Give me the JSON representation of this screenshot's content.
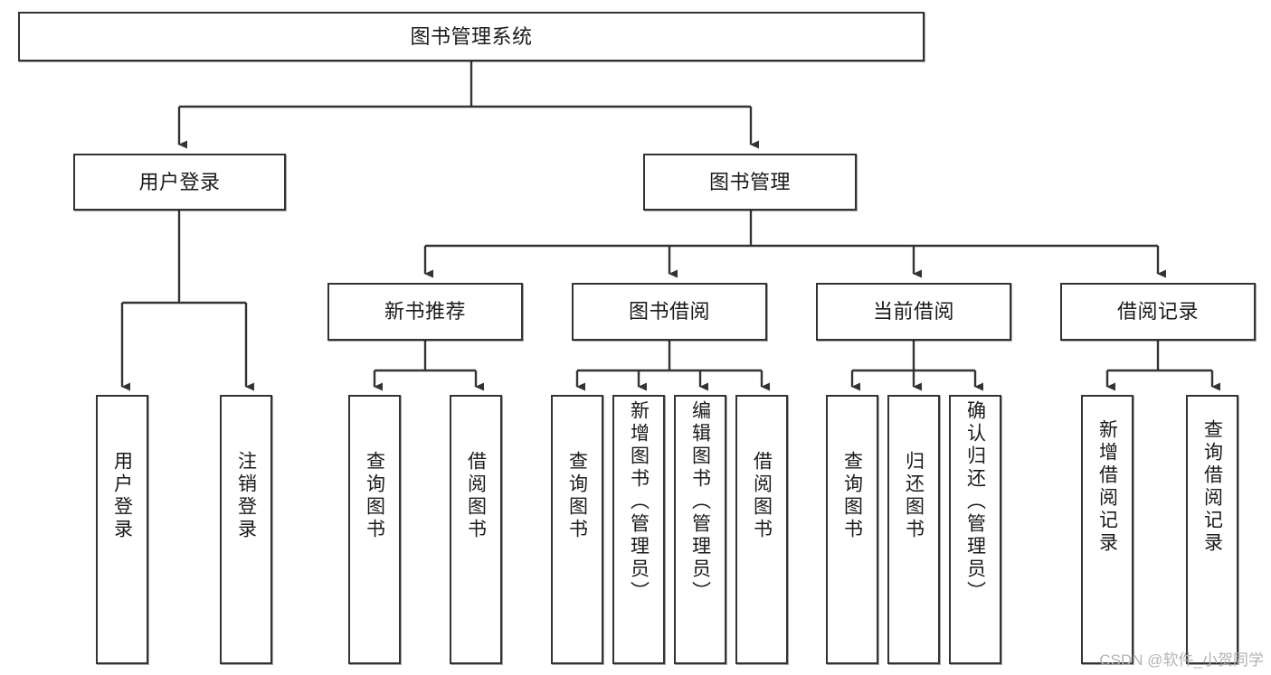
{
  "diagram": {
    "title": "图书管理系统",
    "type": "hierarchy-tree",
    "watermark": "CSDN @软件_小贺同学",
    "colors": {
      "box_border": "#333333",
      "box_fill": "#ffffff",
      "connector": "#333333",
      "text": "#1a1a1a",
      "watermark": "#b3b3b3"
    },
    "root": {
      "label": "图书管理系统"
    },
    "level1": [
      {
        "label": "用户登录"
      },
      {
        "label": "图书管理"
      }
    ],
    "level2": [
      {
        "label": "新书推荐"
      },
      {
        "label": "图书借阅"
      },
      {
        "label": "当前借阅"
      },
      {
        "label": "借阅记录"
      }
    ],
    "leaves": {
      "user_login": [
        {
          "label": "用户登录"
        },
        {
          "label": "注销登录"
        }
      ],
      "new_book_recommend": [
        {
          "label": "查询图书"
        },
        {
          "label": "借阅图书"
        }
      ],
      "book_borrow": [
        {
          "label": "查询图书"
        },
        {
          "label": "新增图书（管理员）"
        },
        {
          "label": "编辑图书（管理员）"
        },
        {
          "label": "借阅图书"
        }
      ],
      "current_borrow": [
        {
          "label": "查询图书"
        },
        {
          "label": "归还图书"
        },
        {
          "label": "确认归还（管理员）"
        }
      ],
      "borrow_record": [
        {
          "label": "新增借阅记录"
        },
        {
          "label": "查询借阅记录"
        }
      ]
    }
  }
}
